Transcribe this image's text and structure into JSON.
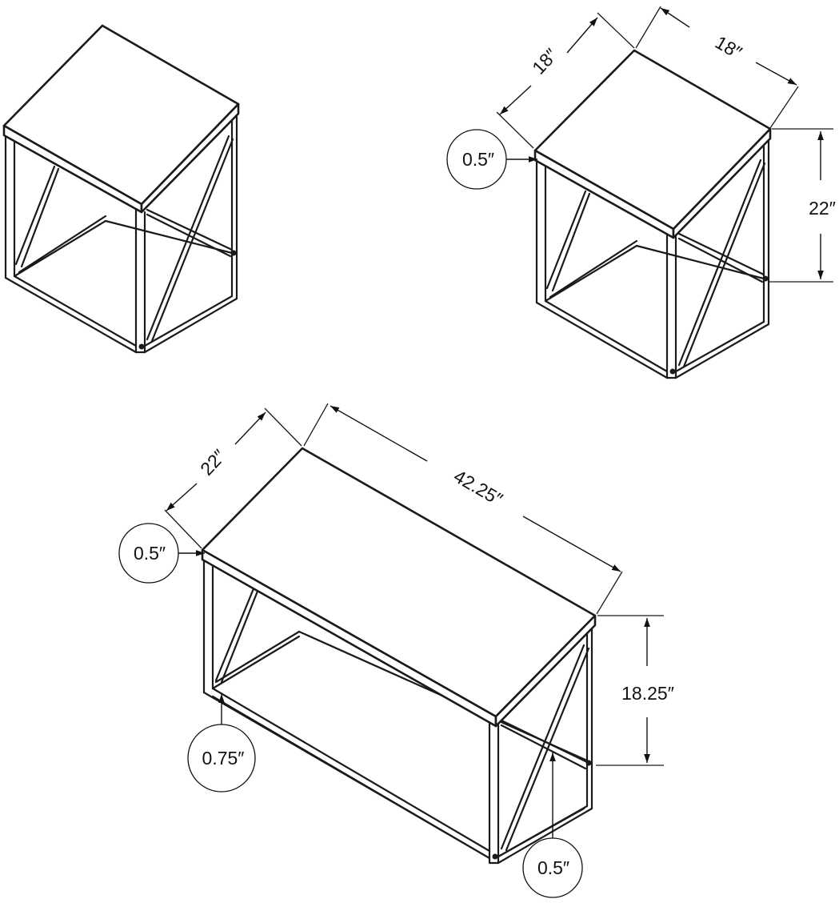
{
  "diagram": {
    "end_table_1": {
      "width": "18″",
      "depth": "18″",
      "height": "22″",
      "top_thickness": "0.5″"
    },
    "coffee_table": {
      "length": "42.25″",
      "depth": "22″",
      "height": "18.25″",
      "top_thickness": "0.5″",
      "frame_leg": "0.75″",
      "frame_bar": "0.5″"
    },
    "colors": {
      "line": "#1a1a1a",
      "background": "#ffffff"
    }
  }
}
